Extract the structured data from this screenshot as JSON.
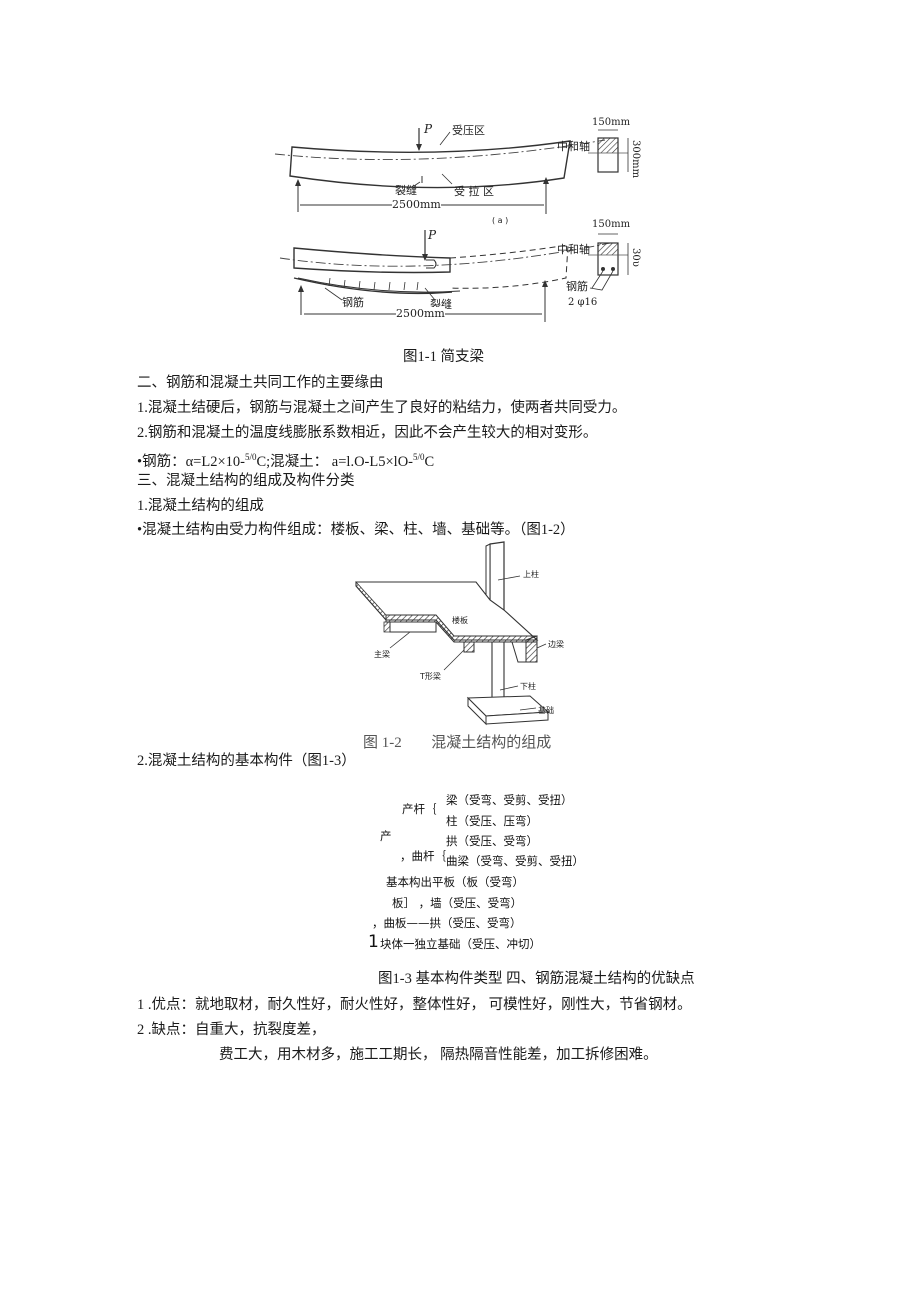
{
  "figure_1_1": {
    "label_p": "P",
    "compression_zone": "受压区",
    "tension_zone": "受 拉 区",
    "crack": "裂缝",
    "neutral_axis": "中和轴",
    "span": "2500mm",
    "sub_a": "( a )",
    "width": "150mm",
    "height_a": "300mm",
    "height_b": "30υ",
    "rebar": "钢筋",
    "rebar_spec": "2 φ16",
    "caption": "图1-1 简支梁"
  },
  "section2": {
    "heading": "二、钢筋和混凝土共同工作的主要缘由",
    "p1": "1.混凝土结硬后，钢筋与混凝土之间产生了良好的粘结力，使两者共同受力。",
    "p2": "2.钢筋和混凝土的温度线膨胀系数相近，因此不会产生较大的相对变形。",
    "p3_a": "•钢筋：α=L2×10-",
    "p3_sup1": "5/0",
    "p3_b": "C;混凝土：  a=l.O-L5×lO-",
    "p3_sup2": "5/0",
    "p3_c": "C"
  },
  "section3": {
    "heading": "三、混凝土结构的组成及构件分类",
    "sub1": "1.混凝土结构的组成",
    "bullet1": "•混凝土结构由受力构件组成：楼板、梁、柱、墙、基础等。（图1-2）",
    "sub2": "2.混凝土结构的基本构件（图1-3）"
  },
  "figure_1_2": {
    "upper_column": "上柱",
    "slab": "楼板",
    "main_beam": "主梁",
    "edge_beam": "边梁",
    "t_beam": "T形梁",
    "lower_column": "下柱",
    "foundation": "基础",
    "caption_num": "图 1-2",
    "caption_text": "混凝土结构的组成"
  },
  "figure_1_3": {
    "rows": [
      {
        "prefix": "产杆｛",
        "item": "梁（受弯、受剪、受扭）"
      },
      {
        "prefix": "",
        "item": "柱（受压、压弯）"
      },
      {
        "prefix": "产",
        "item": "拱（受压、受弯）"
      },
      {
        "prefix": "，曲杆｛",
        "item": "曲梁（受弯、受剪、受扭）"
      },
      {
        "prefix": "",
        "item": "基本构出平板（板（受弯）"
      },
      {
        "prefix": "",
        "item": "板］ ，墙（受压、受弯）"
      },
      {
        "prefix": "",
        "item": "，曲板——拱（受压、受弯）"
      },
      {
        "prefix": "1",
        "item": "块体一独立基础（受压、冲切）"
      }
    ],
    "caption": "图1-3 基本构件类型  四、钢筋混凝土结构的优缺点"
  },
  "section4": {
    "adv": "1   .优点：就地取材，耐久性好，耐火性好，整体性好，  可模性好，刚性大，节省钢材。",
    "disadv": "2    .缺点：自重大，抗裂度差，",
    "disadv_cont": "费工大，用木材多，施工工期长，  隔热隔音性能差，加工拆修困难。"
  }
}
